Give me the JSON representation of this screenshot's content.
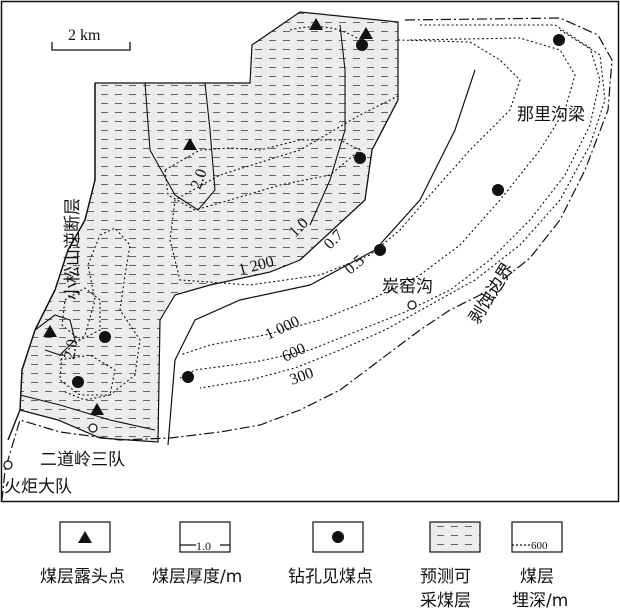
{
  "scale_bar": {
    "label": "2 km"
  },
  "map_labels": {
    "fault": "小松山逆断层",
    "place_nalgouliang": "那里沟梁",
    "place_tanyaogou": "炭窑沟",
    "erosion_boundary": "剥蚀边界",
    "place_erdaoling": "二道岭三队",
    "place_huoju": "火炬大队"
  },
  "thickness_contours": [
    "2.0",
    "1.0",
    "0.7",
    "0.5",
    "2.0"
  ],
  "depth_contours": [
    "1 200",
    "1 000",
    "600",
    "300"
  ],
  "legend": [
    {
      "symbol": "triangle-icon",
      "label": "煤层露头点"
    },
    {
      "symbol": "thickness-line",
      "sample": "1.0",
      "label": "煤层厚度/m"
    },
    {
      "symbol": "dot-icon",
      "label": "钻孔见煤点"
    },
    {
      "symbol": "hatch-box",
      "label_lines": [
        "预测可",
        "采煤层"
      ]
    },
    {
      "symbol": "depth-line",
      "sample": "600",
      "label_lines": [
        "煤层",
        "埋深/m"
      ]
    }
  ],
  "colors": {
    "ink": "#111111",
    "fill": "#e8e8e8",
    "hatch": "#555555"
  }
}
